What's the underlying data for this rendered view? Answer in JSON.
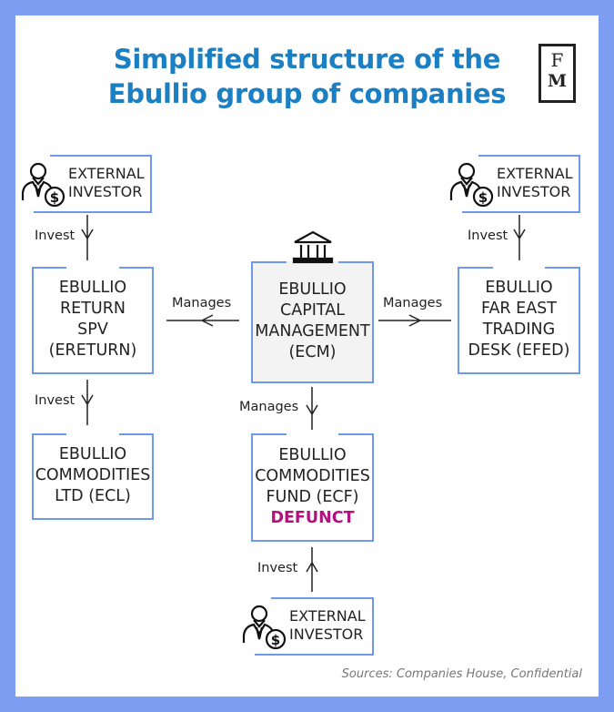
{
  "title": {
    "line1": "Simplified structure of the",
    "line2": "Ebullio group of companies"
  },
  "logo": {
    "top": "F",
    "bottom": "M"
  },
  "external_investor": [
    "EXTERNAL",
    "INVESTOR"
  ],
  "edges": {
    "invest": "Invest",
    "manages": "Manages"
  },
  "entities": {
    "ereturn": [
      "EBULLIO",
      "RETURN",
      "SPV",
      "(ERETURN)"
    ],
    "ecm": [
      "EBULLIO",
      "CAPITAL",
      "MANAGEMENT",
      "(ECM)"
    ],
    "efed": [
      "EBULLIO",
      "FAR EAST",
      "TRADING",
      "DESK (EFED)"
    ],
    "ecl": [
      "EBULLIO",
      "COMMODITIES",
      "LTD (ECL)"
    ],
    "ecf": [
      "EBULLIO",
      "COMMODITIES",
      "FUND (ECF)"
    ],
    "ecf_status": "DEFUNCT"
  },
  "colors": {
    "title": "#1b7fc4",
    "frame": "#7d9ef2",
    "box_border": "#6e98ea",
    "defunct": "#b0137f"
  },
  "source": "Sources: Companies House, Confidential"
}
